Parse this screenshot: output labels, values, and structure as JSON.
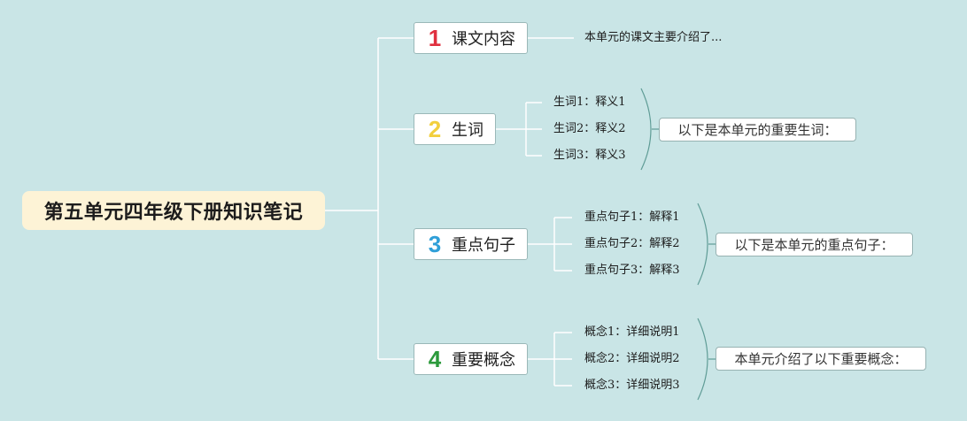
{
  "root": {
    "title": "第五单元四年级下册知识笔记"
  },
  "branches": [
    {
      "number": "1",
      "color": "#e0303f",
      "label": "课文内容",
      "leaves": [
        "本单元的课文主要介绍了..."
      ],
      "summary": ""
    },
    {
      "number": "2",
      "color": "#f2cf3e",
      "label": "生词",
      "leaves": [
        "生词1：释义1",
        "生词2：释义2",
        "生词3：释义3"
      ],
      "summary": "以下是本单元的重要生词："
    },
    {
      "number": "3",
      "color": "#2f9fd8",
      "label": "重点句子",
      "leaves": [
        "重点句子1：解释1",
        "重点句子2：解释2",
        "重点句子3：解释3"
      ],
      "summary": "以下是本单元的重点句子："
    },
    {
      "number": "4",
      "color": "#2c9a3c",
      "label": "重要概念",
      "leaves": [
        "概念1：详细说明1",
        "概念2：详细说明2",
        "概念3：详细说明3"
      ],
      "summary": "本单元介绍了以下重要概念："
    }
  ],
  "colors": {
    "background": "#c9e5e6",
    "line": "#ffffff",
    "brace": "#5f9c96"
  }
}
